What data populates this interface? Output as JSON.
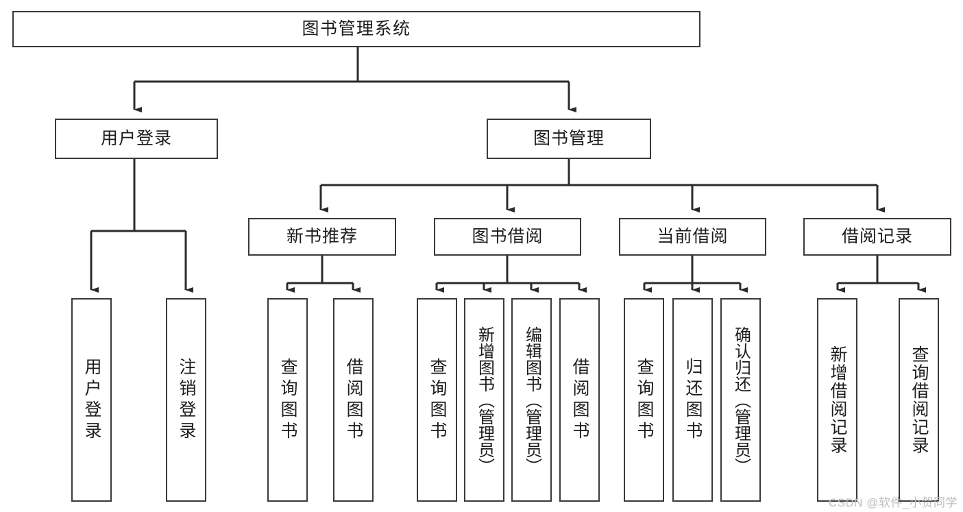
{
  "diagram": {
    "title": "图书管理系统",
    "type": "hierarchy-tree",
    "watermark": "CSDN @软件_小贺同学",
    "colors": {
      "box_border": "#3a3a3a",
      "box_fill": "#ffffff",
      "connector": "#2b2b2b",
      "text": "#1c1c1c",
      "watermark": "#bdbdbd"
    },
    "root": {
      "label": "图书管理系统"
    },
    "level2": [
      {
        "label": "用户登录"
      },
      {
        "label": "图书管理"
      }
    ],
    "level3": [
      {
        "label": "新书推荐"
      },
      {
        "label": "图书借阅"
      },
      {
        "label": "当前借阅"
      },
      {
        "label": "借阅记录"
      }
    ],
    "leaves": [
      {
        "label": "用户登录",
        "parent": "用户登录"
      },
      {
        "label": "注销登录",
        "parent": "用户登录"
      },
      {
        "label": "查询图书",
        "parent": "新书推荐"
      },
      {
        "label": "借阅图书",
        "parent": "新书推荐"
      },
      {
        "label": "查询图书",
        "parent": "图书借阅"
      },
      {
        "label": "新增图书（管理员）",
        "parent": "图书借阅"
      },
      {
        "label": "编辑图书（管理员）",
        "parent": "图书借阅"
      },
      {
        "label": "借阅图书",
        "parent": "图书借阅"
      },
      {
        "label": "查询图书",
        "parent": "当前借阅"
      },
      {
        "label": "归还图书",
        "parent": "当前借阅"
      },
      {
        "label": "确认归还（管理员）",
        "parent": "当前借阅"
      },
      {
        "label": "新增借阅记录",
        "parent": "借阅记录"
      },
      {
        "label": "查询借阅记录",
        "parent": "借阅记录"
      }
    ]
  }
}
